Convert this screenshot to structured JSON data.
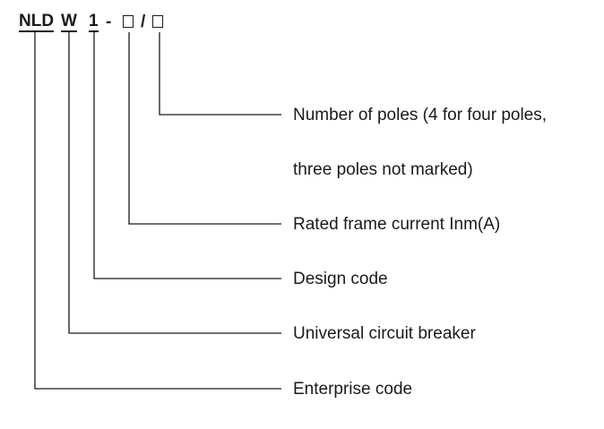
{
  "model_code": {
    "prefix": "NLD",
    "series": "W",
    "design_number": "1",
    "separator": "-",
    "slash": "/"
  },
  "labels": {
    "poles_line1": "Number of poles (4 for four poles,",
    "poles_line2": "three poles not marked)",
    "rated_current": "Rated frame current Inm(A)",
    "design_code": "Design code",
    "universal_breaker": "Universal circuit breaker",
    "enterprise_code": "Enterprise code"
  },
  "colors": {
    "line": "#1a1a1a",
    "text": "#1a1a1a"
  }
}
